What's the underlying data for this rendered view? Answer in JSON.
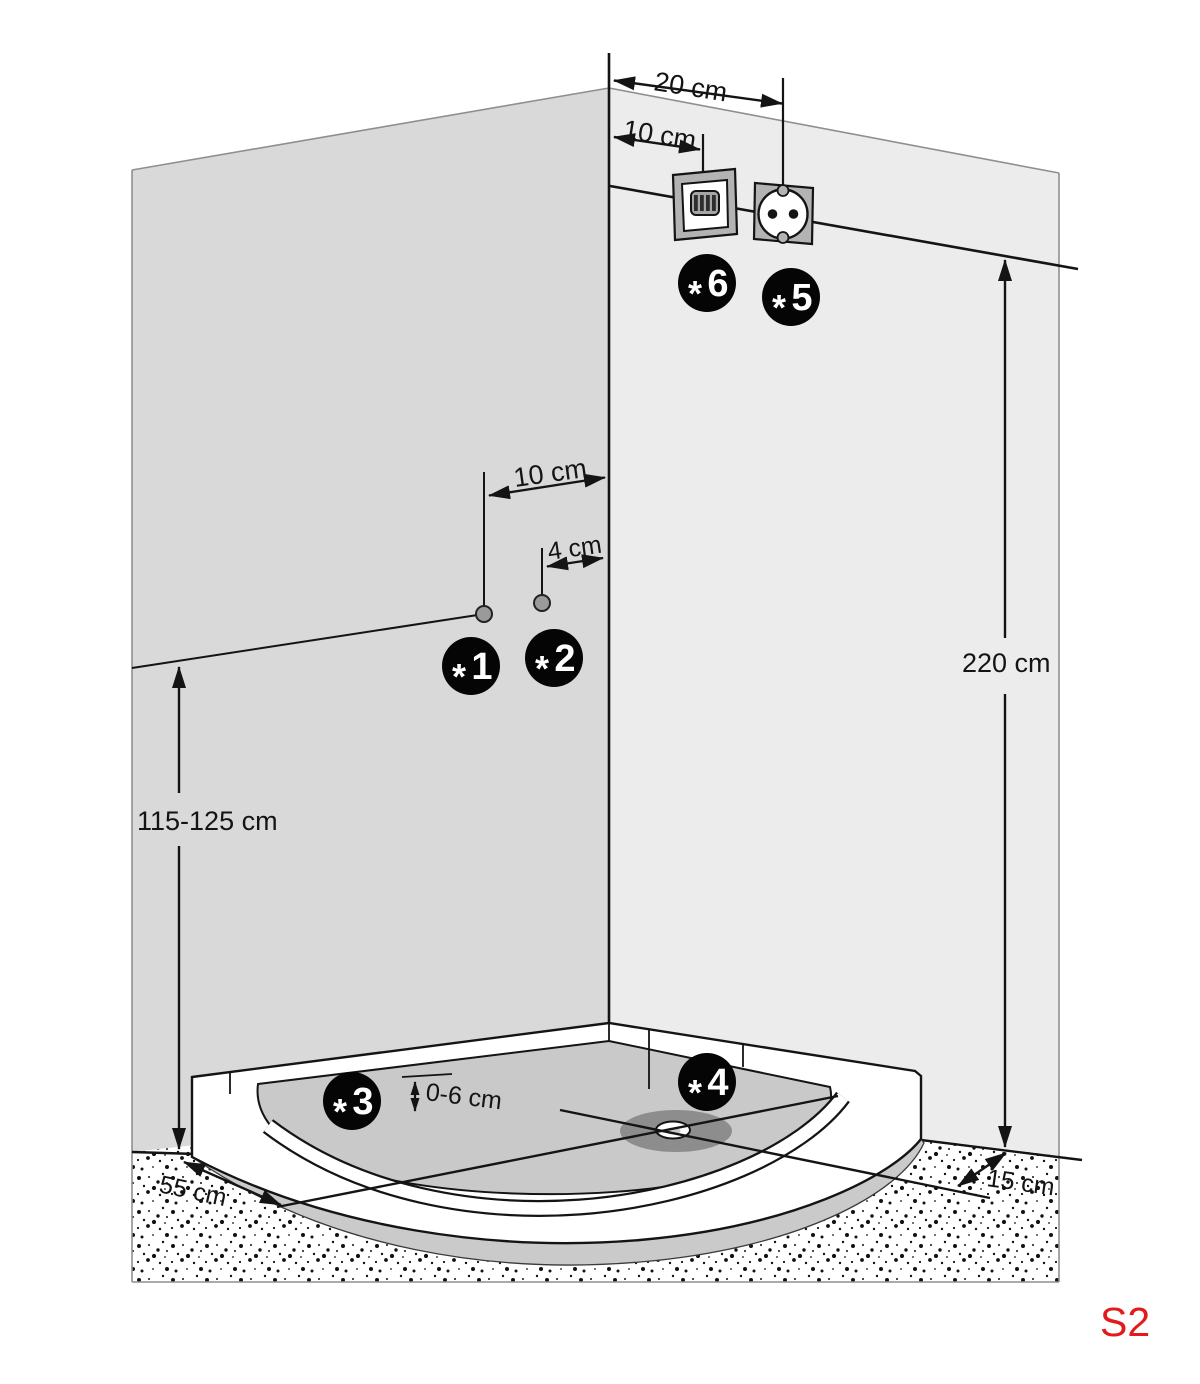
{
  "sheet": {
    "code": "S2",
    "code_color": "#e4191c"
  },
  "colors": {
    "left_wall": "#d9d9d9",
    "right_wall": "#ececec",
    "tray_rim": "#ffffff",
    "tray_basin": "#c9c9c9",
    "floor_shadow": "#cacaca",
    "drain_shadow": "#8d8d8d",
    "outlet_frame": "#b3b3b3",
    "connection_dot": "#9a9a9a",
    "line": "#141414"
  },
  "dimensions": {
    "socket_from_corner": "20 cm",
    "switch_from_corner": "10 cm",
    "mixer_from_corner": "10 cm",
    "second_connection_from_corner": "4 cm",
    "connections_height": "115-125 cm",
    "electrical_height": "220 cm",
    "tray_rim_height": "0-6 cm",
    "drain_from_left_wall": "55 cm",
    "drain_from_right_wall": "15 cm"
  },
  "markers": {
    "m1": {
      "symbol": "*",
      "number": "1"
    },
    "m2": {
      "symbol": "*",
      "number": "2"
    },
    "m3": {
      "symbol": "*",
      "number": "3"
    },
    "m4": {
      "symbol": "*",
      "number": "4"
    },
    "m5": {
      "symbol": "*",
      "number": "5"
    },
    "m6": {
      "symbol": "*",
      "number": "6"
    }
  },
  "icons": [
    "junction-box-icon",
    "schuko-socket-icon",
    "water-connection-dot",
    "drain-icon"
  ]
}
